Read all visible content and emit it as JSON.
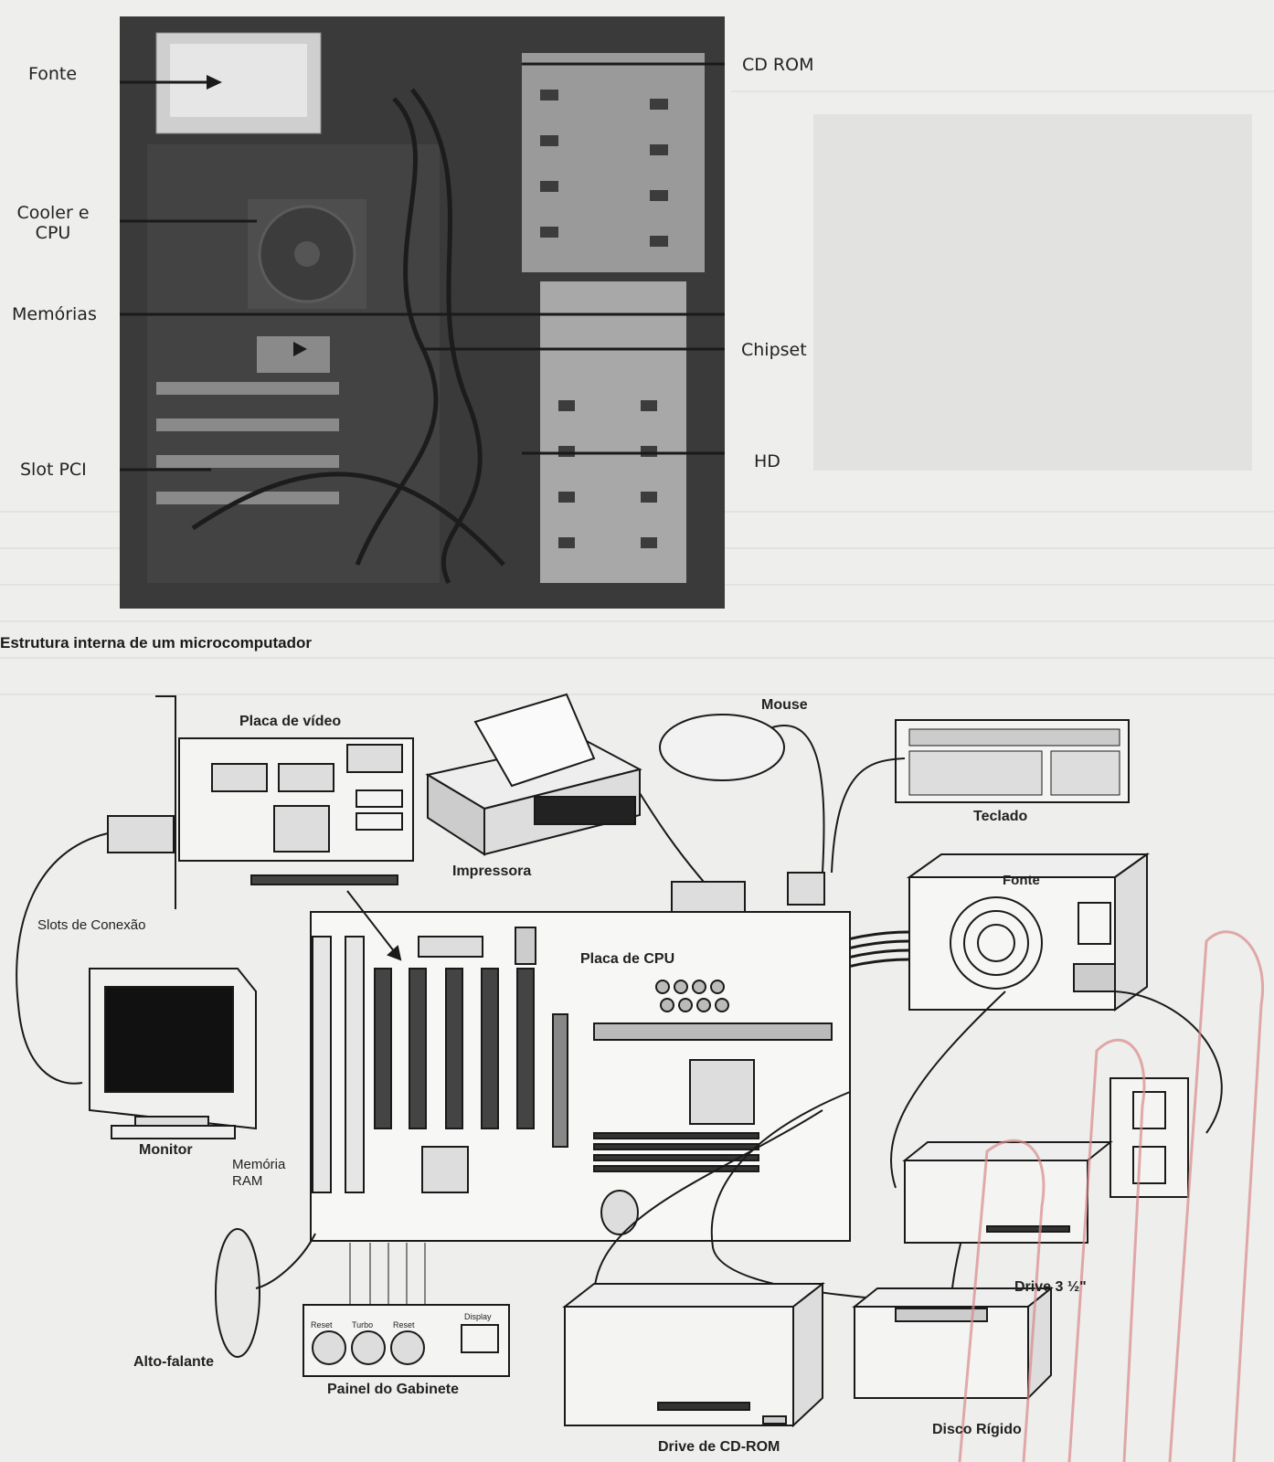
{
  "photo": {
    "caption": "Estrutura interna de um microcomputador",
    "labels": {
      "fonte": "Fonte",
      "cooler_cpu": "Cooler e CPU",
      "memorias": "Memórias",
      "slot_pci": "Slot PCI",
      "cd_rom": "CD ROM",
      "chipset": "Chipset",
      "hd": "HD"
    }
  },
  "diagram": {
    "labels": {
      "placa_video": "Placa de vídeo",
      "impressora": "Impressora",
      "mouse": "Mouse",
      "teclado": "Teclado",
      "fonte": "Fonte",
      "slots_conexao": "Slots de Conexão",
      "placa_cpu": "Placa de CPU",
      "monitor": "Monitor",
      "memoria_ram": "Memória RAM",
      "alto_falante": "Alto-falante",
      "painel_gabinete": "Painel do Gabinete",
      "drive_35": "Drive 3 ½\"",
      "drive_cd": "Drive de CD-ROM",
      "disco_rigido": "Disco Rígido"
    },
    "panel_buttons": [
      "Reset",
      "Turbo",
      "Reset"
    ],
    "panel_display": "Display"
  },
  "colors": {
    "paper": "#eeeeec",
    "photo_dark": "#2e2e2e",
    "ink": "#1a1a1a",
    "watermark": "#d98a8a"
  }
}
